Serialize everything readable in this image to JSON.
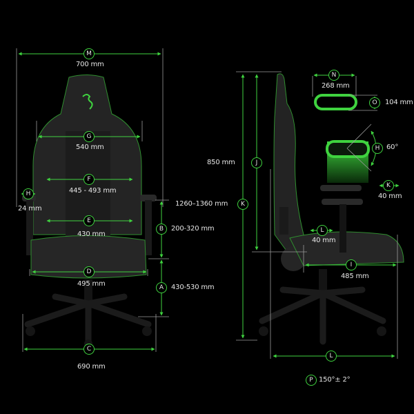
{
  "colors": {
    "background": "#000000",
    "accent": "#3fd33f",
    "guide": "#9a9a9a",
    "text": "#e6e6e6",
    "chair": "#1e1e1e"
  },
  "front_view": {
    "M": {
      "marker": "M",
      "value": "700 mm",
      "meaning": "overall width"
    },
    "G": {
      "marker": "G",
      "value": "540 mm"
    },
    "F": {
      "marker": "F",
      "value": "445 - 493 mm"
    },
    "E": {
      "marker": "E",
      "value": "430 mm"
    },
    "D": {
      "marker": "D",
      "value": "495 mm"
    },
    "C": {
      "marker": "C",
      "value": "690 mm"
    },
    "H": {
      "marker": "H",
      "value": "24 mm"
    },
    "B": {
      "marker": "B",
      "value": "200-320 mm"
    },
    "A": {
      "marker": "A",
      "value": "430-530 mm"
    },
    "overall_height": "1260–1360 mm"
  },
  "side_view": {
    "K": {
      "marker": "K",
      "value": "1260–1360 mm"
    },
    "J": {
      "marker": "J",
      "value": "850 mm"
    },
    "L_lumbar": {
      "marker": "L",
      "value": "40 mm"
    },
    "I": {
      "marker": "I",
      "value": "485 mm"
    },
    "L_base": {
      "marker": "L",
      "value": ""
    },
    "P": {
      "marker": "P",
      "value": "150°± 2°"
    }
  },
  "armrest_detail": {
    "N": {
      "marker": "N",
      "value": "268 mm"
    },
    "O": {
      "marker": "O",
      "value": "104 mm"
    },
    "H": {
      "marker": "H",
      "value": "60°"
    },
    "K": {
      "marker": "K",
      "value": "40 mm"
    }
  }
}
